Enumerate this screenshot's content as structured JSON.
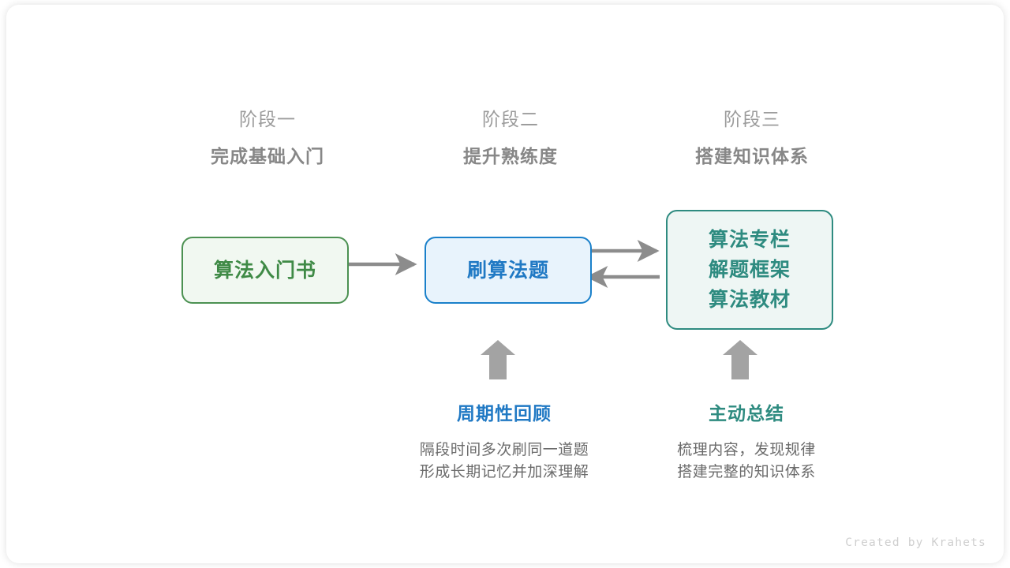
{
  "stages": [
    {
      "label": "阶段一",
      "title": "完成基础入门"
    },
    {
      "label": "阶段二",
      "title": "提升熟练度"
    },
    {
      "label": "阶段三",
      "title": "搭建知识体系"
    }
  ],
  "nodes": {
    "book": {
      "text": "算法入门书",
      "border_color": "#4c9152",
      "fill_color": "#f1f8f1",
      "text_color": "#3f8a46"
    },
    "practice": {
      "text": "刷算法题",
      "border_color": "#1a80ca",
      "fill_color": "#e8f3fc",
      "text_color": "#2079c4"
    },
    "resources": {
      "lines": [
        "算法专栏",
        "解题框架",
        "算法教材"
      ],
      "border_color": "#2e8b80",
      "fill_color": "#eef6f4",
      "text_color": "#2e8b80"
    }
  },
  "annotations": [
    {
      "title": "周期性回顾",
      "title_color": "#2079c4",
      "desc_lines": [
        "隔段时间多次刷同一道题",
        "形成长期记忆并加深理解"
      ]
    },
    {
      "title": "主动总结",
      "title_color": "#2e8b80",
      "desc_lines": [
        "梳理内容，发现规律",
        "搭建完整的知识体系"
      ]
    }
  ],
  "arrow_color": "#8c8c8c",
  "watermark": "Created by Krahets"
}
